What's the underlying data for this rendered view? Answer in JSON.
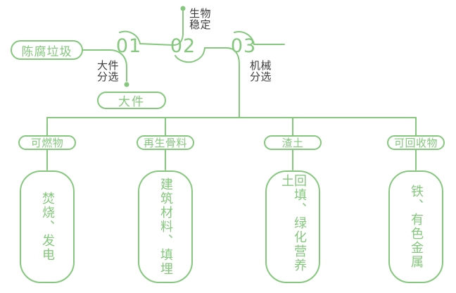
{
  "colors": {
    "accent_green": "#85C87D",
    "label_dark": "#3D3D3D",
    "background": "#FFFFFF"
  },
  "diagram": {
    "source": {
      "label": "陈腐垃圾"
    },
    "steps": [
      {
        "number": "01",
        "label_lines": [
          "大件",
          "分选"
        ]
      },
      {
        "number": "02",
        "label_lines": [
          "生物",
          "稳定"
        ]
      },
      {
        "number": "03",
        "label_lines": [
          "机械",
          "分选"
        ]
      }
    ],
    "bulky": {
      "label": "大件"
    },
    "branches": [
      {
        "category": "可燃物",
        "detail": "焚烧、发电"
      },
      {
        "category": "再生骨料",
        "detail": "建筑材料、填埋"
      },
      {
        "category": "渣土",
        "detail": "回填、绿化营养土"
      },
      {
        "category": "可回收物",
        "detail": "铁、有色金属"
      }
    ]
  }
}
